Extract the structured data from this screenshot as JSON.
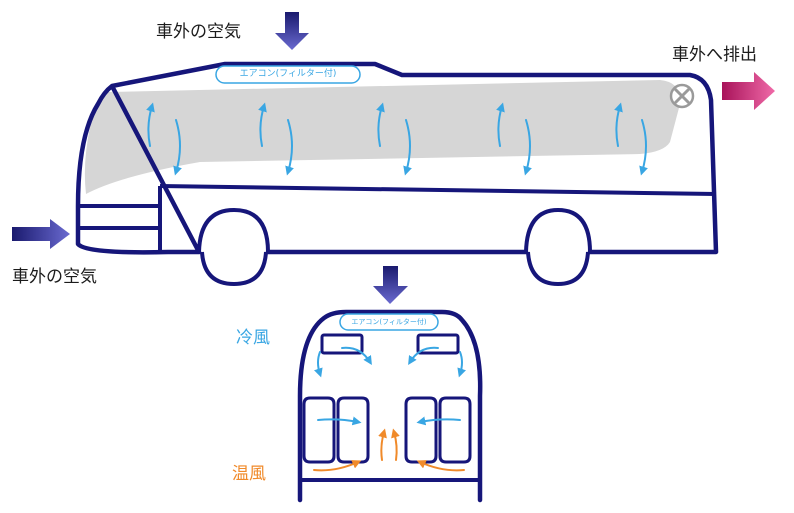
{
  "labels": {
    "outside_air_top": "車外の空気",
    "outside_air_left": "車外の空気",
    "exhaust": "車外へ排出",
    "ac_side": "エアコン(フィルター付)",
    "ac_front": "エアコン(フィルター付)",
    "cool_air": "冷風",
    "warm_air": "温風"
  },
  "colors": {
    "bus_outline": "#16167a",
    "intake_arrow": "#3c3ca8",
    "exhaust_arrow": "#e8428a",
    "cool_air": "#39a6e3",
    "warm_air": "#f08a2a",
    "airflow_zone": "#d6d6d6",
    "fan": "#9a9a9a"
  },
  "icons": [
    "intake-arrow-icon",
    "exhaust-arrow-icon",
    "exhaust-fan-icon",
    "airflow-arrow-icon",
    "seat-icon"
  ]
}
